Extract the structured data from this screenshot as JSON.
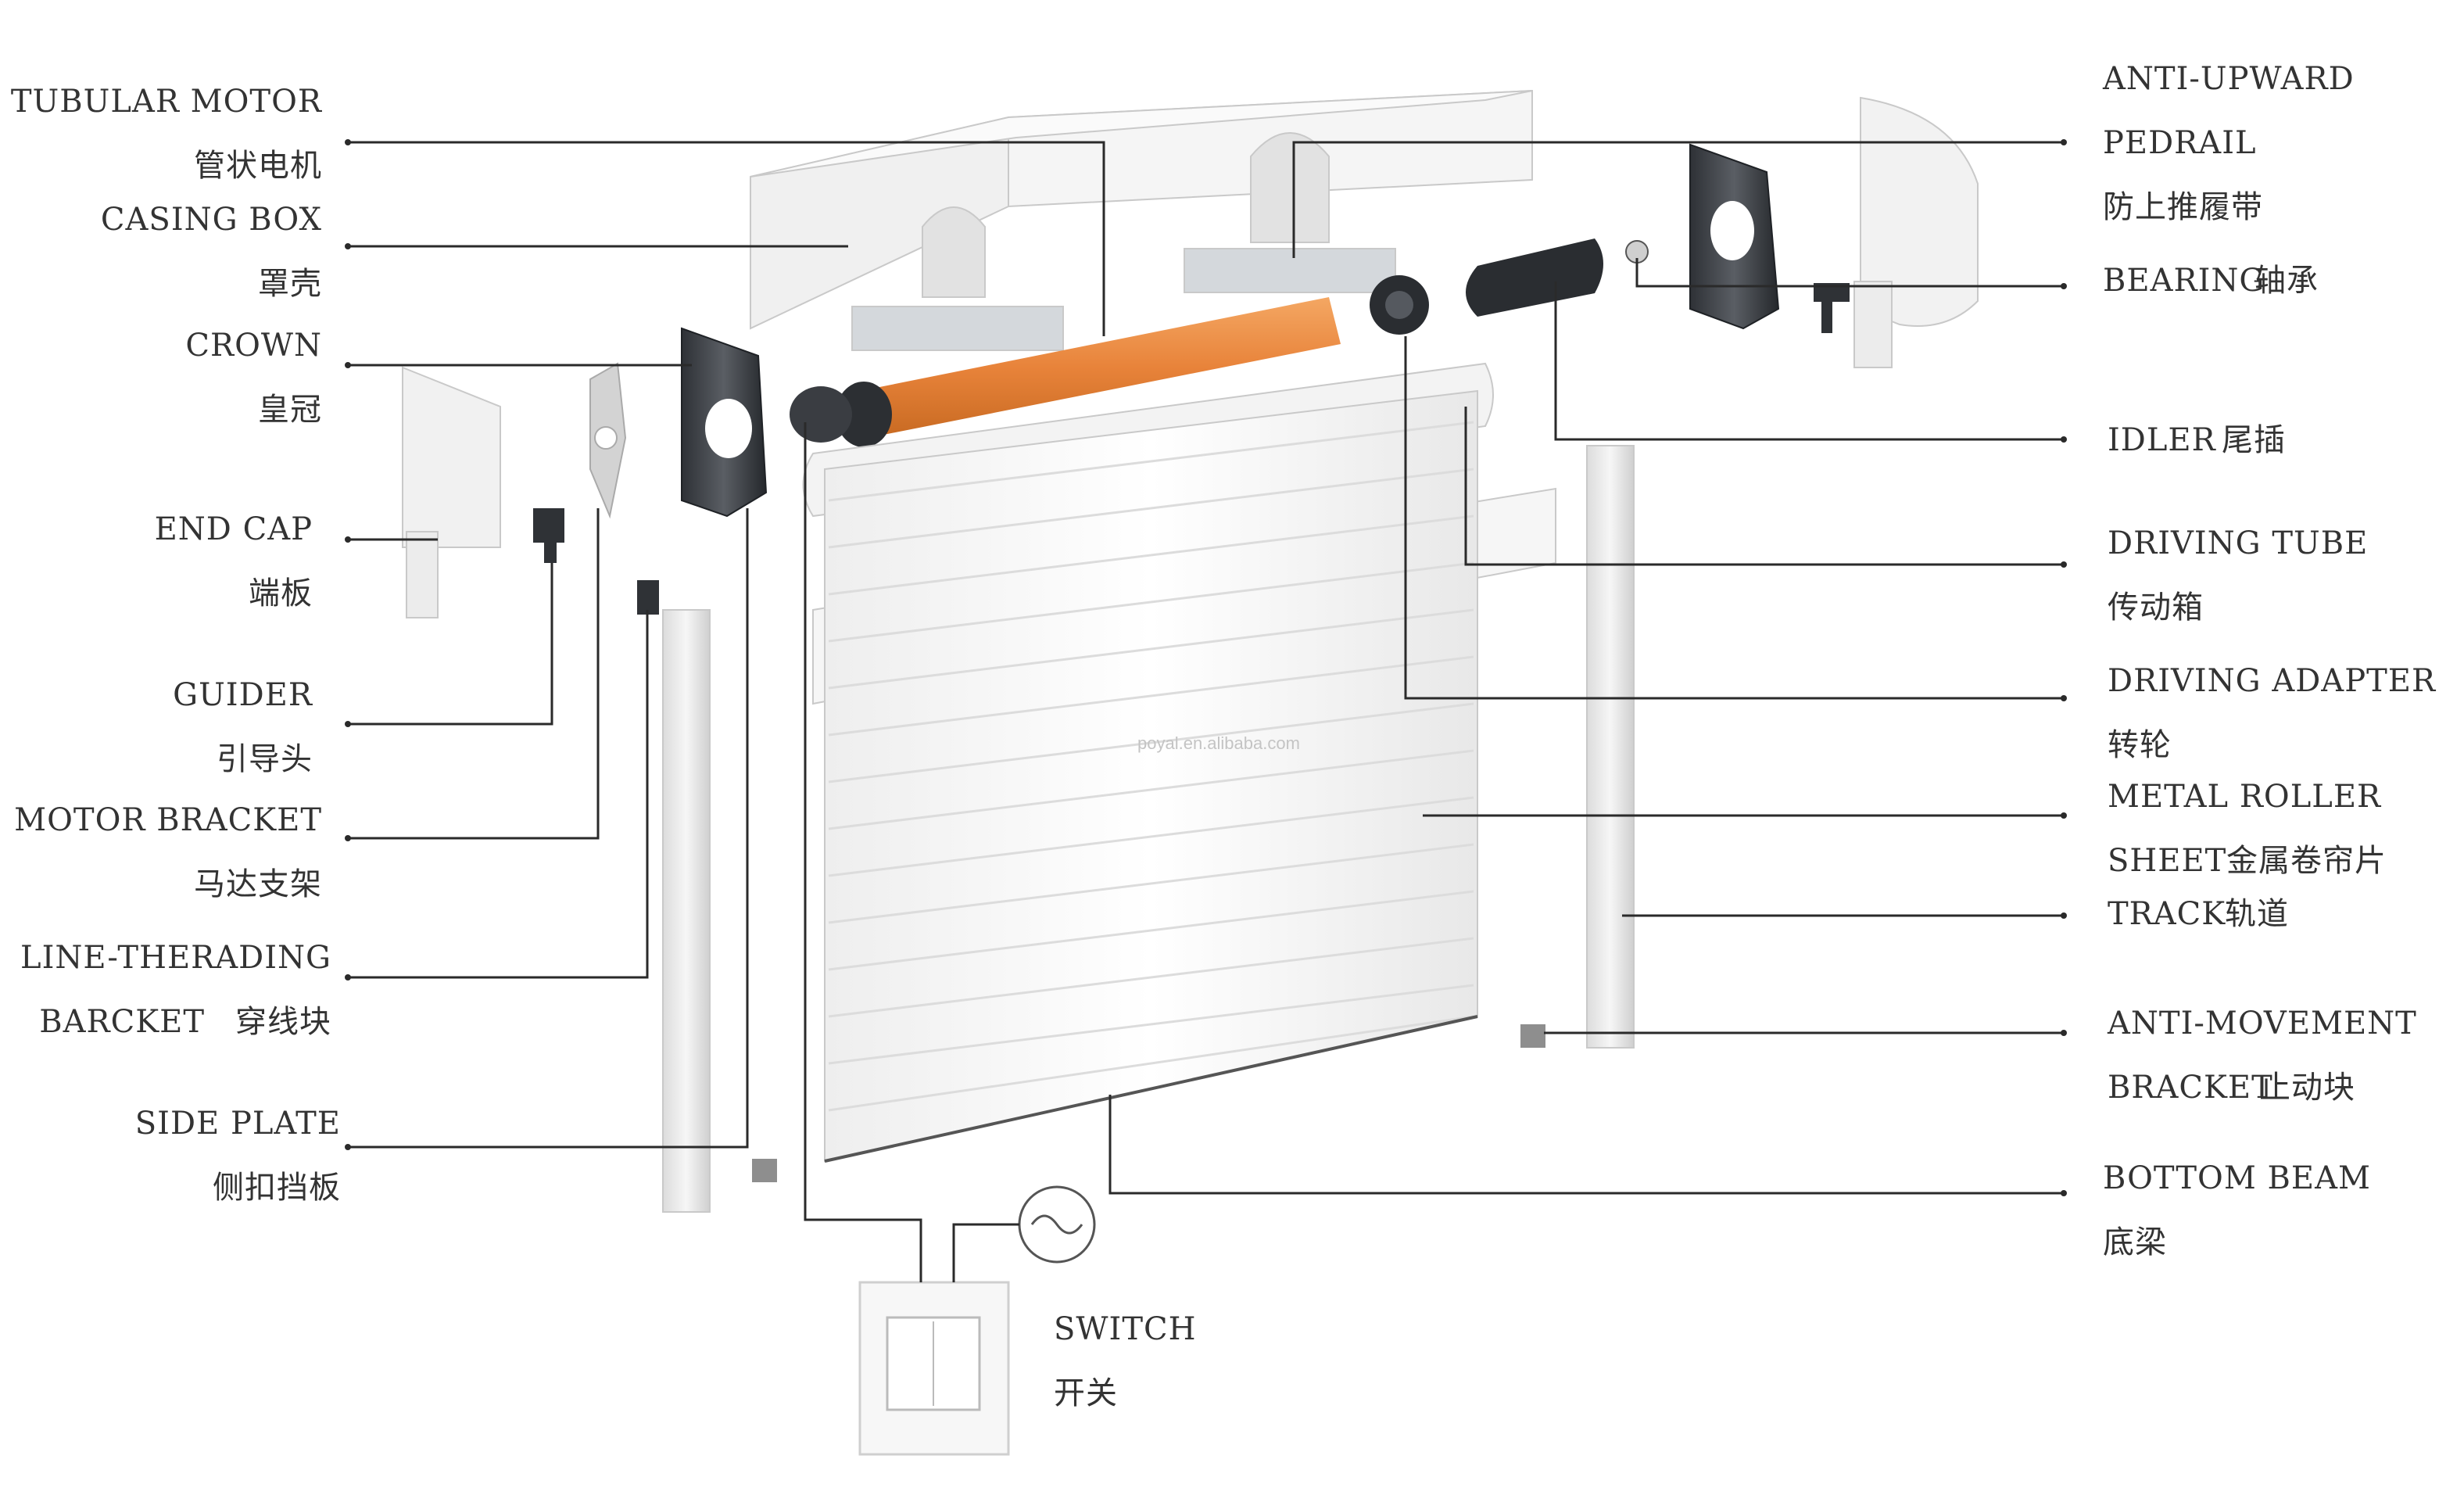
{
  "watermark": "poyal.en.alibaba.com",
  "labels": {
    "tubular_motor": {
      "en": "TUBULAR MOTOR",
      "zh": "管状电机"
    },
    "casing_box": {
      "en": "CASING BOX",
      "zh": "罩壳"
    },
    "crown": {
      "en": "CROWN",
      "zh": "皇冠"
    },
    "end_cap": {
      "en": "END CAP",
      "zh": "端板"
    },
    "guider": {
      "en": "GUIDER",
      "zh": "引导头"
    },
    "motor_bracket": {
      "en": "MOTOR BRACKET",
      "zh": "马达支架"
    },
    "line_threading": {
      "en": "LINE-THERADING",
      "en2": "BARCKET",
      "zh": "穿线块"
    },
    "side_plate": {
      "en": "SIDE PLATE",
      "zh": "侧扣挡板"
    },
    "anti_upward": {
      "en": "ANTI-UPWARD",
      "en2": "PEDRAIL",
      "zh": "防上推履带"
    },
    "bearing": {
      "en": "BEARING",
      "zh": "轴承"
    },
    "idler": {
      "en": "IDLER",
      "zh": "尾插"
    },
    "driving_tube": {
      "en": "DRIVING TUBE",
      "zh": "传动箱"
    },
    "driving_adapter": {
      "en": "DRIVING ADAPTER",
      "zh": "转轮"
    },
    "metal_roller": {
      "en": "METAL ROLLER",
      "en2": "SHEET",
      "zh": "金属卷帘片"
    },
    "track": {
      "en": "TRACK",
      "zh": "轨道"
    },
    "anti_movement": {
      "en": "ANTI-MOVEMENT",
      "en2": "BRACKET",
      "zh": "止动块"
    },
    "bottom_beam": {
      "en": "BOTTOM BEAM",
      "zh": "底梁"
    },
    "switch": {
      "en": "SWITCH",
      "zh": "开关"
    }
  },
  "colors": {
    "motor_tube": "#e8833a",
    "dark_plate": "#4b4f55",
    "line": "#2a2a2a",
    "label": "#333333"
  }
}
